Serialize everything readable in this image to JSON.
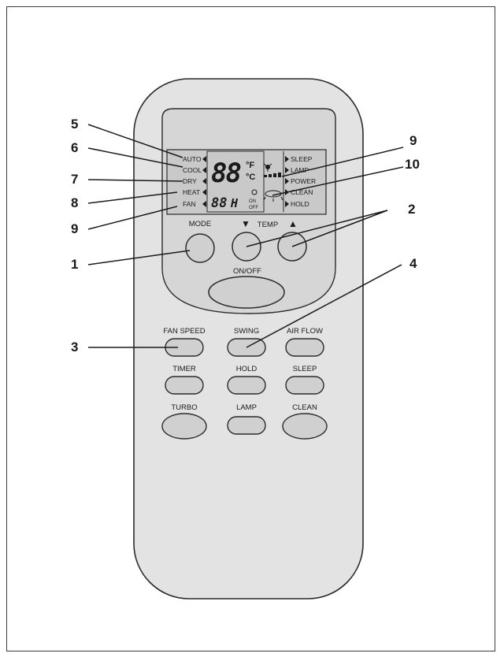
{
  "lcd": {
    "mode_labels": [
      "AUTO",
      "COOL",
      "DRY",
      "HEAT",
      "FAN"
    ],
    "right_labels": [
      "SLEEP",
      "LAMP",
      "POWER",
      "CLEAN",
      "HOLD"
    ],
    "temp_digits": "88",
    "unit_f": "°F",
    "unit_c": "°C",
    "timer_digits": "88",
    "timer_unit": "H",
    "timer_on": "ON",
    "timer_off": "OFF"
  },
  "buttons": {
    "mode": "MODE",
    "temp": "TEMP",
    "temp_down_glyph": "▼",
    "temp_up_glyph": "▲",
    "on_off": "ON/OFF",
    "fan_speed": "FAN SPEED",
    "swing": "SWING",
    "air_flow": "AIR FLOW",
    "timer": "TIMER",
    "hold": "HOLD",
    "sleep": "SLEEP",
    "turbo": "TURBO",
    "lamp": "LAMP",
    "clean": "CLEAN"
  },
  "callouts": {
    "c1": "1",
    "c2": "2",
    "c3": "3",
    "c4": "4",
    "c5": "5",
    "c6": "6",
    "c7": "7",
    "c8": "8",
    "c9_left": "9",
    "c9_right": "9",
    "c10": "10"
  }
}
